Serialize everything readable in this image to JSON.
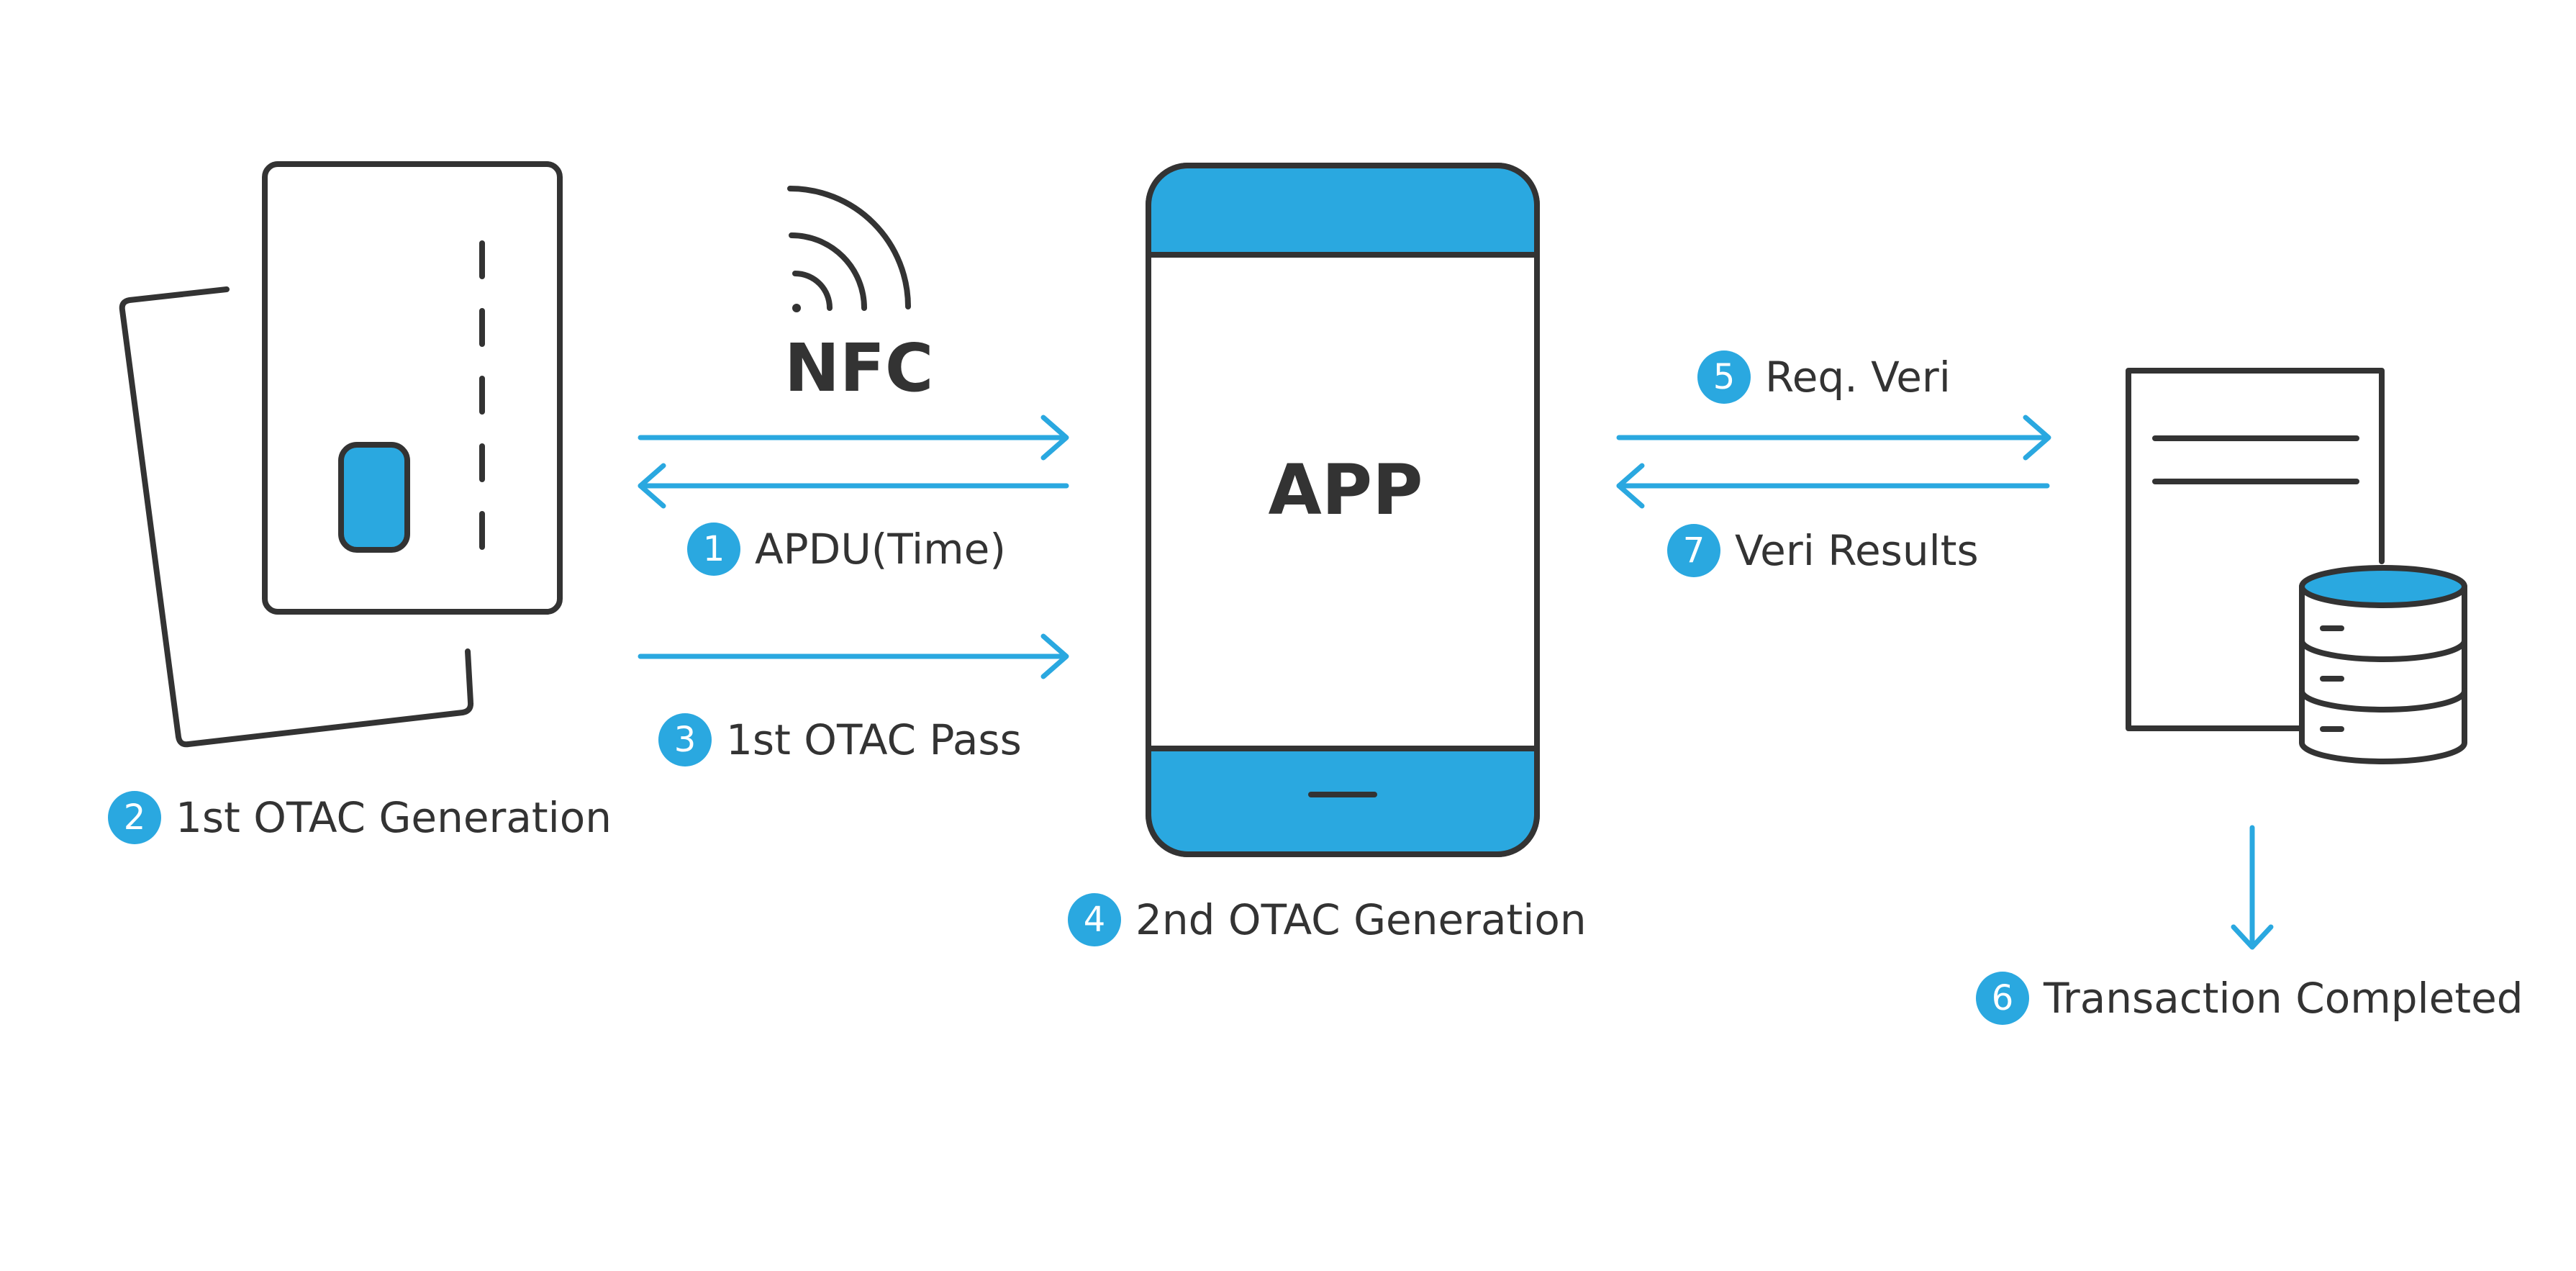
{
  "colors": {
    "accent": "#2aa8e0",
    "ink": "#333333",
    "background": "#ffffff"
  },
  "nfc_label": "NFC",
  "app_label": "APP",
  "icons": [
    "card-icon",
    "nfc-icon",
    "smartphone-icon",
    "document-icon",
    "database-icon"
  ],
  "steps": {
    "s1": {
      "num": "1",
      "text": "APDU(Time)"
    },
    "s2": {
      "num": "2",
      "text": "1st OTAC Generation"
    },
    "s3": {
      "num": "3",
      "text": "1st OTAC Pass"
    },
    "s4": {
      "num": "4",
      "text": "2nd OTAC Generation"
    },
    "s5": {
      "num": "5",
      "text": "Req. Veri"
    },
    "s6": {
      "num": "6",
      "text": "Transaction Completed"
    },
    "s7": {
      "num": "7",
      "text": "Veri Results"
    }
  }
}
